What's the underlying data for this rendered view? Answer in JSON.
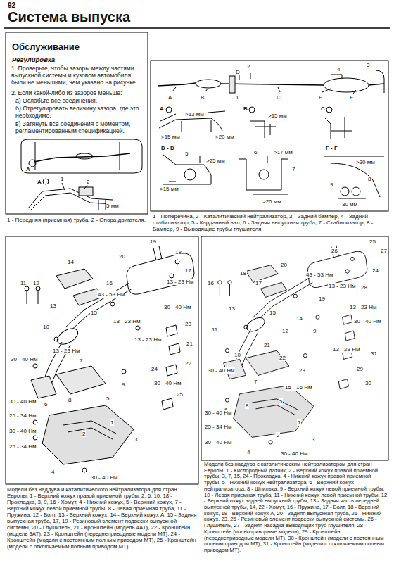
{
  "diagram": {
    "title": "Система выпуска",
    "labels": [
      "92",
      "Обслуживание",
      "Регулировка",
      "1. Проверьте, чтобы зазоры между частями выпускной системы и кузовом автомобиля были не меньшими, чем указано на рисунке.",
      "2. Если какой-либо из зазоров меньше:",
      "а) Ослабьте все соединения.",
      "б) Отрегулировать величину зазора, где это необходимо.",
      "в) Затянуть все соединения с моментом, регламентированным спецификацией.",
      "A",
      "A",
      "1",
      "2",
      "5 мм",
      "1 - Передняя (приемная) труба, 2 - Опора двигателя.",
      "2",
      "D",
      "1",
      "3",
      "4",
      "F",
      "A",
      "B",
      "C",
      "E",
      "A",
      ">13 мм",
      "B",
      ">15 мм",
      "C",
      ">15 мм",
      ">20 мм",
      "D - D",
      "5",
      ">25 мм",
      ">15 мм",
      "6",
      ">17 мм",
      "7",
      ">20 мм",
      "F - F",
      ">30 мм",
      "8",
      "9",
      "30 мм",
      "1 - Поперечина, 2 - Каталитический нейтрализатор, 3 - Задний бампер, 4 - Задний стабилизатор, 5 - Карданный вал, 6 - Задняя выпускная труба, 7 - Стабилизатор, 8 - Бампер, 9 - Выводящие трубы глушителя.",
      "19",
      "18",
      "20",
      "17",
      "13 - 23 Нм",
      "11",
      "12",
      "14",
      "16",
      "43 - 53 Нм",
      "13",
      "15",
      "30 - 40 Нм",
      "13 - 23 Нм",
      "13 - 23 Нм",
      "23",
      "21",
      "22",
      "24",
      "30 - 40 Нм",
      "10",
      "13 - 23 Нм",
      "30 - 40 Нм",
      "9",
      "7",
      "5",
      "8",
      "6",
      "25",
      "30 - 40 Нм",
      "25 - 34 Нм",
      "1",
      "2",
      "30 - 40 Нм",
      "3",
      "25 - 34 Нм",
      "4",
      "30 - 40 Нм",
      "Модели без наддува и каталитического нейтрализатора для стран Европы. 1 - Верхний кожух правой приемной трубы, 2, 6, 10, 18 - Прокладка, 3, 9, 16 - Хомут, 4 - Нижний кожух, 5 - Верхний кожух, 7 - Верхний кожух левой приемной трубы, 8 - Левая приемная труба, 11 - Пружина, 12 - Болт, 13 - Верхний кожух, 14 - Верхний кожух А, 15 - Задняя выпускная труба, 17, 19 - Резиновый элемент подвески выпускной системы, 20 - Глушитель, 21 - Кронштейн (модель 4АТ), 22 - Кронштейн (модель 3АТ), 23 - Кронштейн (переднеприводные модели МТ), 24 - Кронштейн (модели с постоянным полным приводом МТ), 25 - Кронштейн (модели с отключаемым полным приводом МТ).",
      "25",
      "27",
      "26",
      "24",
      "16",
      "18",
      "17",
      "20",
      "43 - 53 Нм",
      "13 - 23 Нм",
      "28",
      "19",
      "13 - 23 Нм",
      "14",
      "15",
      "13",
      "12",
      "9",
      "30 - 40 Нм",
      "13 - 23 Нм",
      "31",
      "29",
      "30",
      "11",
      "21",
      "22",
      "23",
      "10",
      "30 - 40 Нм",
      "15 - 16 Нм",
      "7",
      "5",
      "8",
      "6",
      "30 - 40 Нм",
      "25 - 34 Нм",
      "1",
      "2",
      "3",
      "30 - 40 Нм",
      "4",
      "30 - 40 Нм",
      "Модели без наддува с каталитическим нейтрализатором для стран Европы. 1 - Кислородный датчик, 2 - Верхний кожух правой приемной трубы, 3, 7, 15, 24 - Прокладка, 4 - Нижний кожух правой приемной трубы, 5 - Нижний кожух нейтрализатора, 6 - Верхний кожух нейтрализатора, 8 - Шпилька, 9 - Верхний кожух левой приемной трубы, 10 - Левая приемная труба, 11 - Нижний кожух левой приемной трубы, 12 - Верхний кожух задней выпускной трубы, 13 - Задняя часть передней выпускной трубы, 14, 22 - Хомут, 16 - Пружина, 17 - Болт, 18 - Верхний кожух, 19 - Верхний кожух A, 20 - Задняя выпускная труба, 21 - Нижний кожух, 23, 25 - Резиновый элемент подвески выпускной системы, 26 - Глушитель, 27 - Задняя насадка выводящих труб глушителя, 28 - Кронштейн (полноприводные модели), 29 - Кронштейн (переднеприводные модели МТ), 30 - Кронштейн (модели с постоянным полным приводом МТ), 31 - Кронштейн (модели с отключаемым полным приводом МТ)."
    ]
  }
}
